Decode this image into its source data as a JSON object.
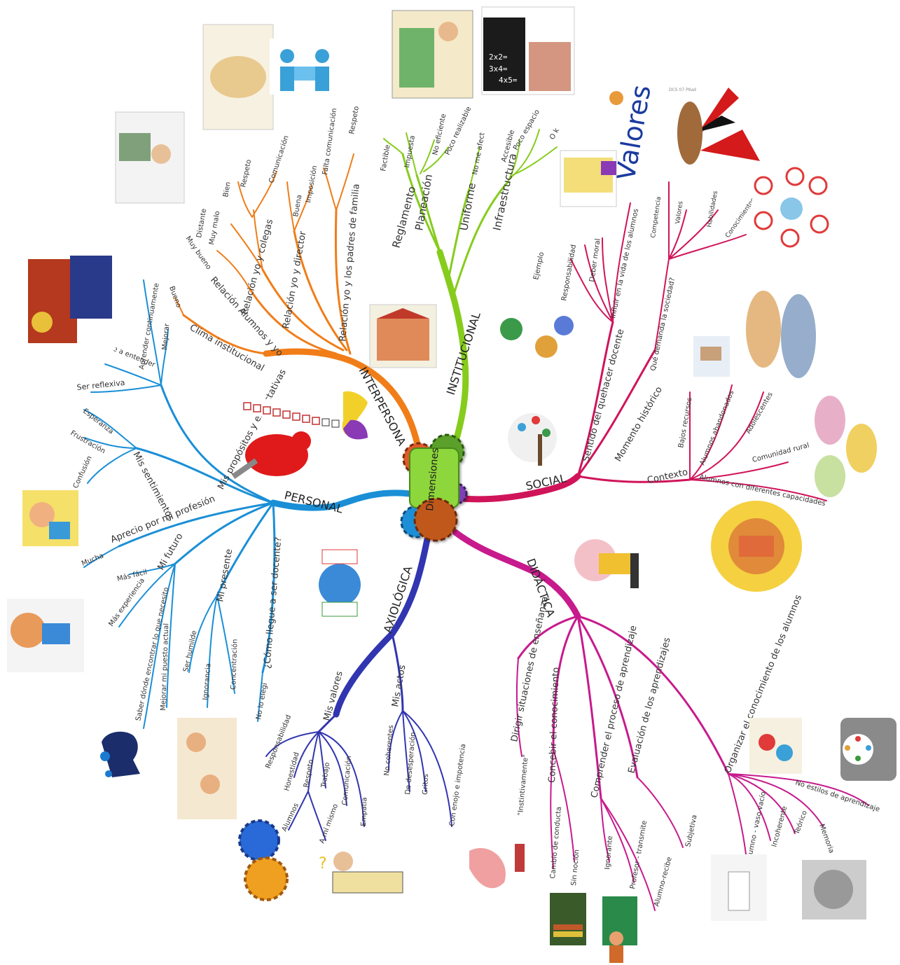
{
  "center": {
    "label": "Dimensiones"
  },
  "branches": {
    "institucional": {
      "label": "INSTITUCIONAL",
      "color": "#86cc1c",
      "sub": {
        "reglamento": "Reglamento",
        "factible": "Factible",
        "planeacion": "Planeación",
        "impuesta": "Impuesta",
        "no_eficiente": "No eficiente",
        "poco_realizable": "Poco realizable",
        "uniforme": "Uniforme",
        "no_me_afect": "No me afect",
        "infraestructura": "Infraestructura",
        "accesible": "Accesible",
        "poco_espacio": "Poco espacio",
        "ok": "O k"
      }
    },
    "interpersonal": {
      "label": "INTERPERSONA",
      "color": "#f07d18",
      "sub": {
        "clima": "Clima institucional",
        "bueno": "Bueno",
        "relacion_alumnos": "Relación Alumnos y yo",
        "muy_bueno": "Muy bueno",
        "relacion_colegas": "Relación yo y colegas",
        "distante": "Distante",
        "muy_malo": "Muy malo",
        "bien": "Bien",
        "respeto": "Respeto",
        "comunicacion": "Comunicación",
        "relacion_director": "Relación yo y director",
        "buena": "Buena",
        "imposicion": "Imposición",
        "relacion_padres": "Relación yo y los padres de familia",
        "falta_comunicacion": "Falta comunicación",
        "respeto2": "Respeto"
      }
    },
    "personal": {
      "label": "PERSONAL",
      "color": "#1a8fd6",
      "sub": {
        "expectativas": "Mis propósitos y expectativas",
        "darme": "Darme a entender",
        "aprender": "Aprender continuamente",
        "mejorar": "Mejorar",
        "reflexiva": "Ser reflexiva",
        "sentimientos": "Mis sentimientos",
        "esperanza": "Esperanza",
        "frustracion": "Frustración",
        "confusion": "Confusión",
        "aprecio": "Aprecio por mi profesión",
        "mucha": "Mucha",
        "futuro": "Mi futuro",
        "mas_facil": "Más fácil",
        "mas_experiencia": "Más experiencia",
        "saber_donde": "Saber dónde encontrar lo que necesito",
        "mejorar_puesto": "Mejorar mi puesto actual",
        "presente": "Mi presente",
        "humilde": "Ser humilde",
        "ignorancia": "Ignorancia",
        "concentracion": "Concentración",
        "como_llegue": "¿Cómo llegue a ser docente?",
        "no_lo_elegi": "No lo elegí"
      }
    },
    "axiologica": {
      "label": "AXIOLÓGICA",
      "color": "#3235b0",
      "sub": {
        "mis_valores": "Mis valores",
        "responsabilidad": "Responsabilidad",
        "honestidad": "Honestidad",
        "respeto": "Respeto",
        "alumnos": "Alumnos",
        "a_mi_mismo": "A mí mismo",
        "trabajo": "Trabajo",
        "comunicacion": "Comunicación",
        "empatia": "Empatía",
        "mis_actos": "Mis actos",
        "no_coherentes": "No coherentes",
        "desesperacion": "De desesperación",
        "gritos": "Gritos",
        "enojo": "Con enojo e impotencia"
      }
    },
    "didactica": {
      "label": "DIDÁCTICA",
      "color": "#c71a8c",
      "sub": {
        "dirigir": "Dirigir situaciones de enseñanza",
        "instintivamente": "\"Instintivamente\"",
        "concebir": "Concebir el conocimiento",
        "cambio": "Cambio de conducta",
        "sin_nocion": "Sin noción",
        "comprender": "Comprender el proceso de aprendizaje",
        "ignorante": "Ignorante",
        "profesor": "Profesor - transmite",
        "alumno_recibe": "Alumno-recibe",
        "evaluacion": "Evaluación de los aprendizajes",
        "subjetiva": "Subjetiva",
        "organizar": "Organizar el conocimiento de los alumnos",
        "vaso": "Alumno - vaso vacío",
        "incoherente": "Incoherente",
        "teorico": "Teórico",
        "memoria": "Memoria",
        "no_estilos": "No estilos de aprendizaje"
      }
    },
    "social": {
      "label": "SOCIAL",
      "color": "#d0145a",
      "sub": {
        "sentido": "Sentido del quehacer docente",
        "ejemplo": "Ejemplo",
        "responsabilidad": "Responsabilidad",
        "deber": "Deber moral",
        "influir": "Influir en la vida de los alumnos",
        "momento": "Momento histórico",
        "que_demanda": "Qué demanda la sociedad?",
        "competencia": "Competencia",
        "valores": "Valores",
        "habilidades": "Habilidades",
        "conocimientos": "Conocimientos",
        "contexto": "Contexto",
        "bajos": "Bajos recursos",
        "abandonados": "Alumnos abandonados",
        "adolescentes": "Adolescentes",
        "rural": "Comunidad rural",
        "capacidades": "Alumnos con diferentes capacidades"
      }
    }
  },
  "images": {
    "valores_title": "Valores",
    "valores_tiny": "DCS 07 P9ad"
  }
}
